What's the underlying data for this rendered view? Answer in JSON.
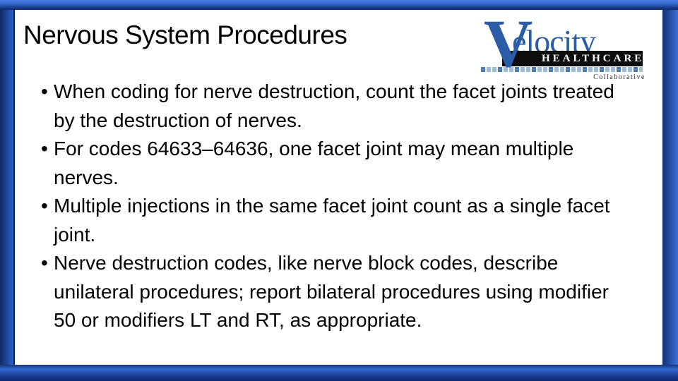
{
  "slide": {
    "title": "Nervous System Procedures",
    "bullet_char": "•",
    "bullets": [
      {
        "text": "When coding for nerve destruction, count the facet joints treated by the destruction of nerves."
      },
      {
        "text": "For codes 64633–64636, one facet joint may mean multiple nerves."
      },
      {
        "text": "Multiple injections in the same facet joint count as a single facet joint."
      },
      {
        "text": "Nerve destruction codes, like nerve block codes, describe unilateral procedures; report bilateral procedures using modifier 50 or modifiers LT and RT, as appropriate."
      }
    ]
  },
  "logo": {
    "brand_initial": "V",
    "brand_rest": "elocity",
    "brand_line2": "HEALTHCARE",
    "tagline": "Collaborative"
  },
  "colors": {
    "frame_dark_navy": "#0c2a6b",
    "frame_bright_blue": "#3a6fd8",
    "logo_blue": "#2b5ca8",
    "logo_bar_black": "#0d0d0d",
    "text_black": "#000000",
    "background_white": "#ffffff"
  }
}
